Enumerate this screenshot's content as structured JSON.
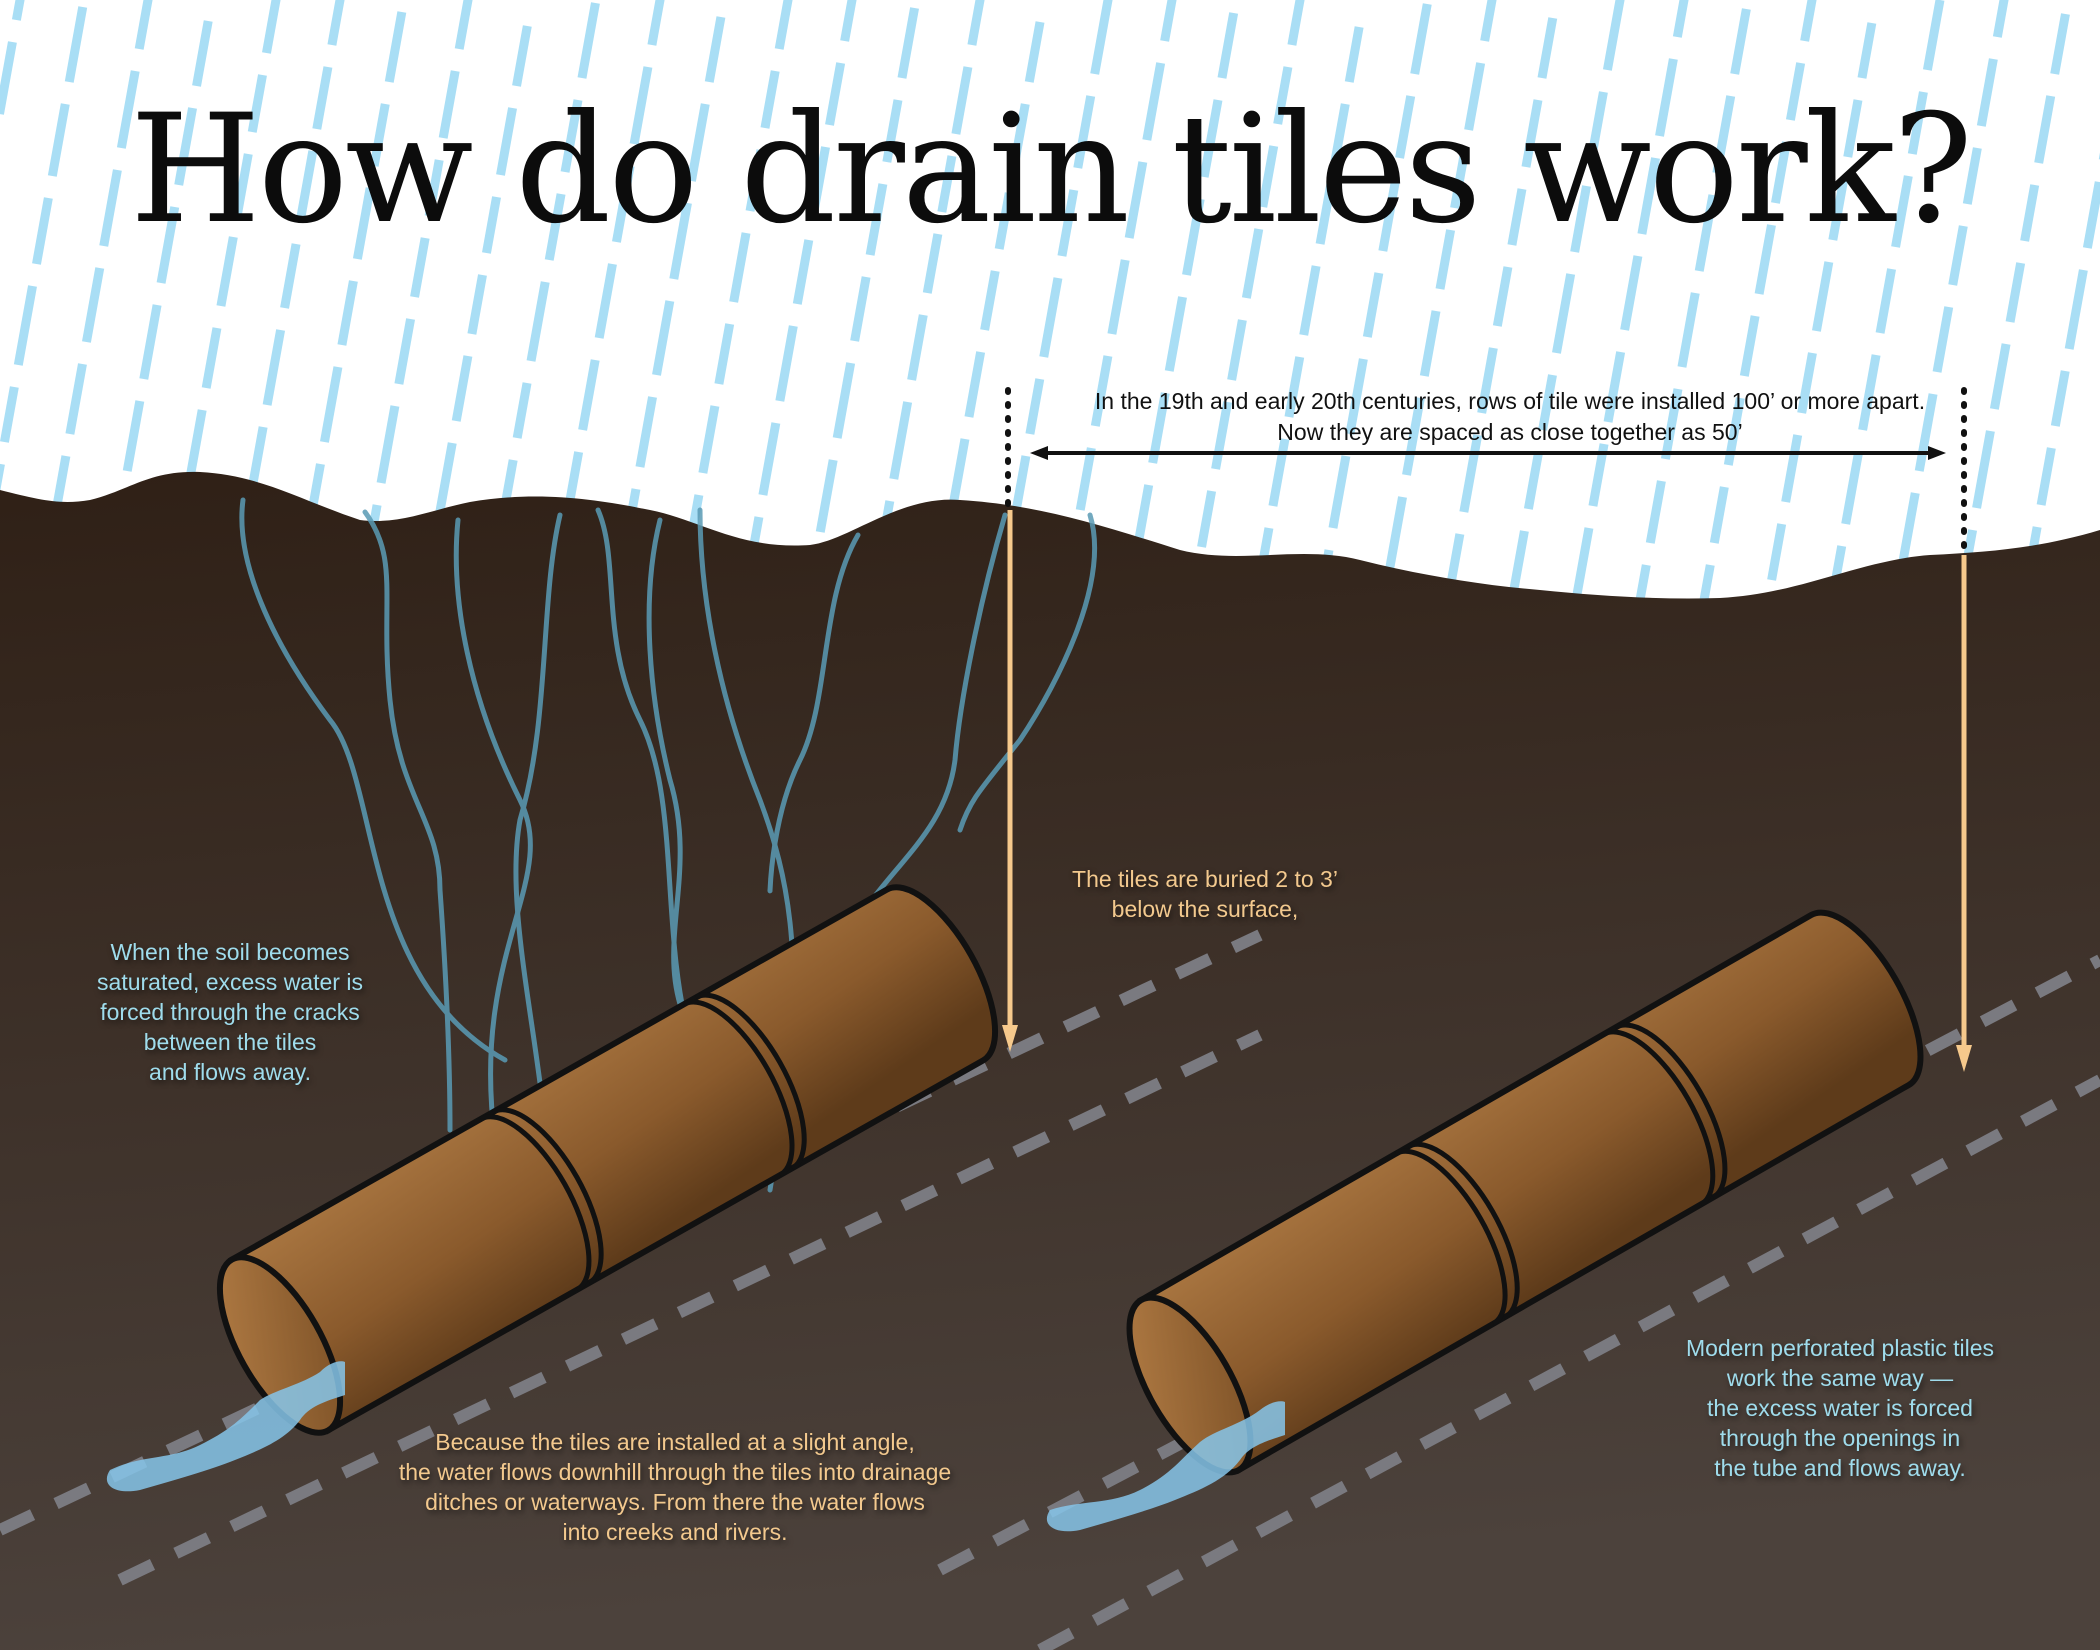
{
  "title": "How do drain tiles work?",
  "annotations": {
    "spacing": "In the 19th and early 20th centuries, rows of tile were installed 100’ or more apart.\nNow they are spaced as close together as 50’",
    "depth": "The tiles are buried 2 to 3’\nbelow the surface,",
    "saturated": "When the soil becomes\nsaturated, excess water is\nforced through the cracks\nbetween the tiles\nand flows away.",
    "angle": "Because the tiles are installed at a slight angle,\nthe water flows downhill through the tiles into drainage\nditches or waterways. From there the water flows\ninto creeks and rivers.",
    "modern": "Modern perforated plastic tiles\nwork the same way —\nthe excess water is forced\nthrough the openings in\nthe tube and flows away."
  },
  "colors": {
    "rain": "#a9def5",
    "soil_top": "#2f2016",
    "soil_bottom": "#4c423c",
    "tile": "#a06f3e",
    "tile_dark": "#6b4521",
    "water_path": "#5a9bb5",
    "water_flow": "#7cc0e8",
    "depth_arrow": "#f6c98c",
    "guide_dash": "#7a7a80"
  },
  "icons": {
    "spacing_arrow": "double-headed-arrow-icon",
    "depth_arrow": "down-arrow-icon"
  }
}
